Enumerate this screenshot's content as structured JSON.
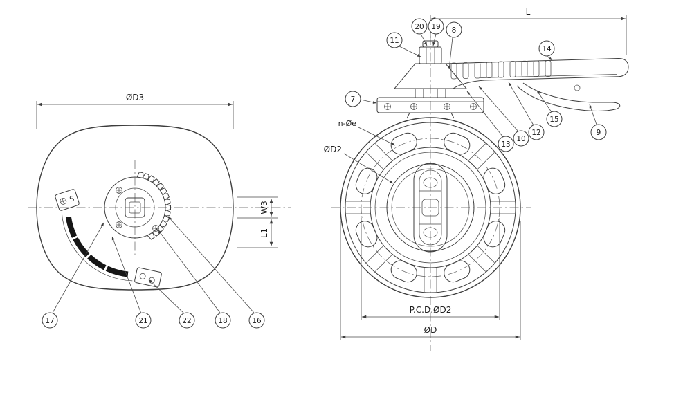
{
  "meta": {
    "background": "#ffffff",
    "line_color": "#3d3d3d",
    "band_color": "#161616"
  },
  "left_view": {
    "dims": {
      "d3": "ØD3",
      "w3": "W3",
      "l1": "L1"
    },
    "labels": {
      "s": "S"
    },
    "callouts": {
      "c16": "16",
      "c17": "17",
      "c18": "18",
      "c21": "21",
      "c22": "22"
    }
  },
  "right_view": {
    "dims": {
      "l": "L",
      "pcd": "P.C.D.ØD2",
      "od": "ØD"
    },
    "labels": {
      "n_oe": "n-Øe",
      "od2": "ØD2"
    },
    "callouts": {
      "c7": "7",
      "c8": "8",
      "c9": "9",
      "c10": "10",
      "c11": "11",
      "c12": "12",
      "c13": "13",
      "c14": "14",
      "c15": "15",
      "c19": "19",
      "c20": "20"
    }
  }
}
